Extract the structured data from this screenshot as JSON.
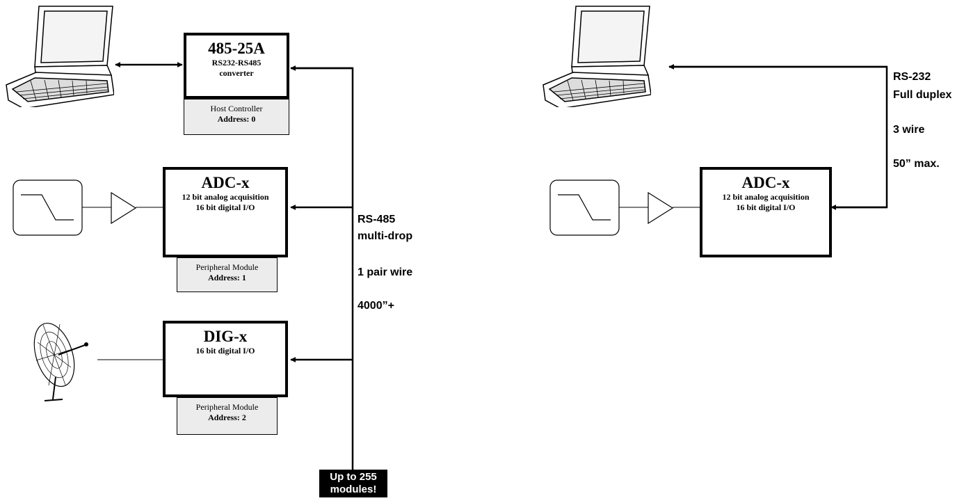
{
  "left": {
    "converter": {
      "title": "485-25A",
      "line1": "RS232-RS485",
      "line2": "converter"
    },
    "host_plate": {
      "line1": "Host Controller",
      "line2": "Address:  0"
    },
    "adc": {
      "title": "ADC-x",
      "line1": "12 bit analog acquisition",
      "line2": "16 bit digital I/O"
    },
    "adc_plate": {
      "line1": "Peripheral Module",
      "line2": "Address:  1"
    },
    "dig": {
      "title": "DIG-x",
      "line1": "16 bit digital I/O"
    },
    "dig_plate": {
      "line1": "Peripheral Module",
      "line2": "Address:  2"
    },
    "bus_labels": {
      "line1": "RS-485",
      "line2": "multi-drop",
      "line3": "1 pair wire",
      "line4": "4000”+"
    },
    "badge": {
      "line1": "Up to 255",
      "line2": "modules!"
    }
  },
  "right": {
    "adc": {
      "title": "ADC-x",
      "line1": "12 bit analog acquisition",
      "line2": "16 bit digital I/O"
    },
    "link_labels": {
      "line1": "RS-232",
      "line2": "Full duplex",
      "line3": "3 wire",
      "line4": "50” max."
    }
  },
  "icons": [
    "laptop-icon",
    "filter-icon",
    "amplifier-icon",
    "satellite-dish-icon"
  ]
}
